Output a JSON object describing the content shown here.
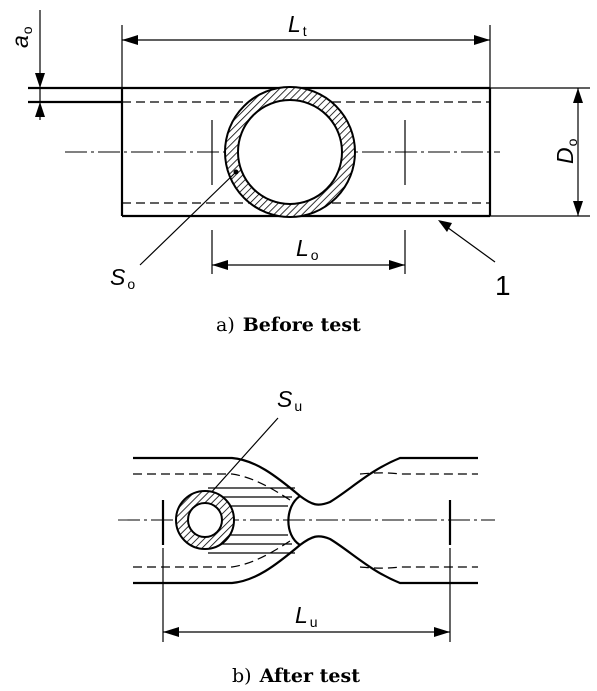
{
  "before": {
    "dim_lt": {
      "main": "L",
      "sub": "t"
    },
    "dim_ao": {
      "main": "a",
      "sub": "o"
    },
    "dim_do": {
      "main": "D",
      "sub": "o"
    },
    "dim_lo": {
      "main": "L",
      "sub": "o"
    },
    "dim_so": {
      "main": "S",
      "sub": "o"
    },
    "callout": "1",
    "caption_letter": "a)",
    "caption_title": "Before test"
  },
  "after": {
    "dim_su": {
      "main": "S",
      "sub": "u"
    },
    "dim_lu": {
      "main": "L",
      "sub": "u"
    },
    "caption_letter": "b)",
    "caption_title": "After test"
  }
}
